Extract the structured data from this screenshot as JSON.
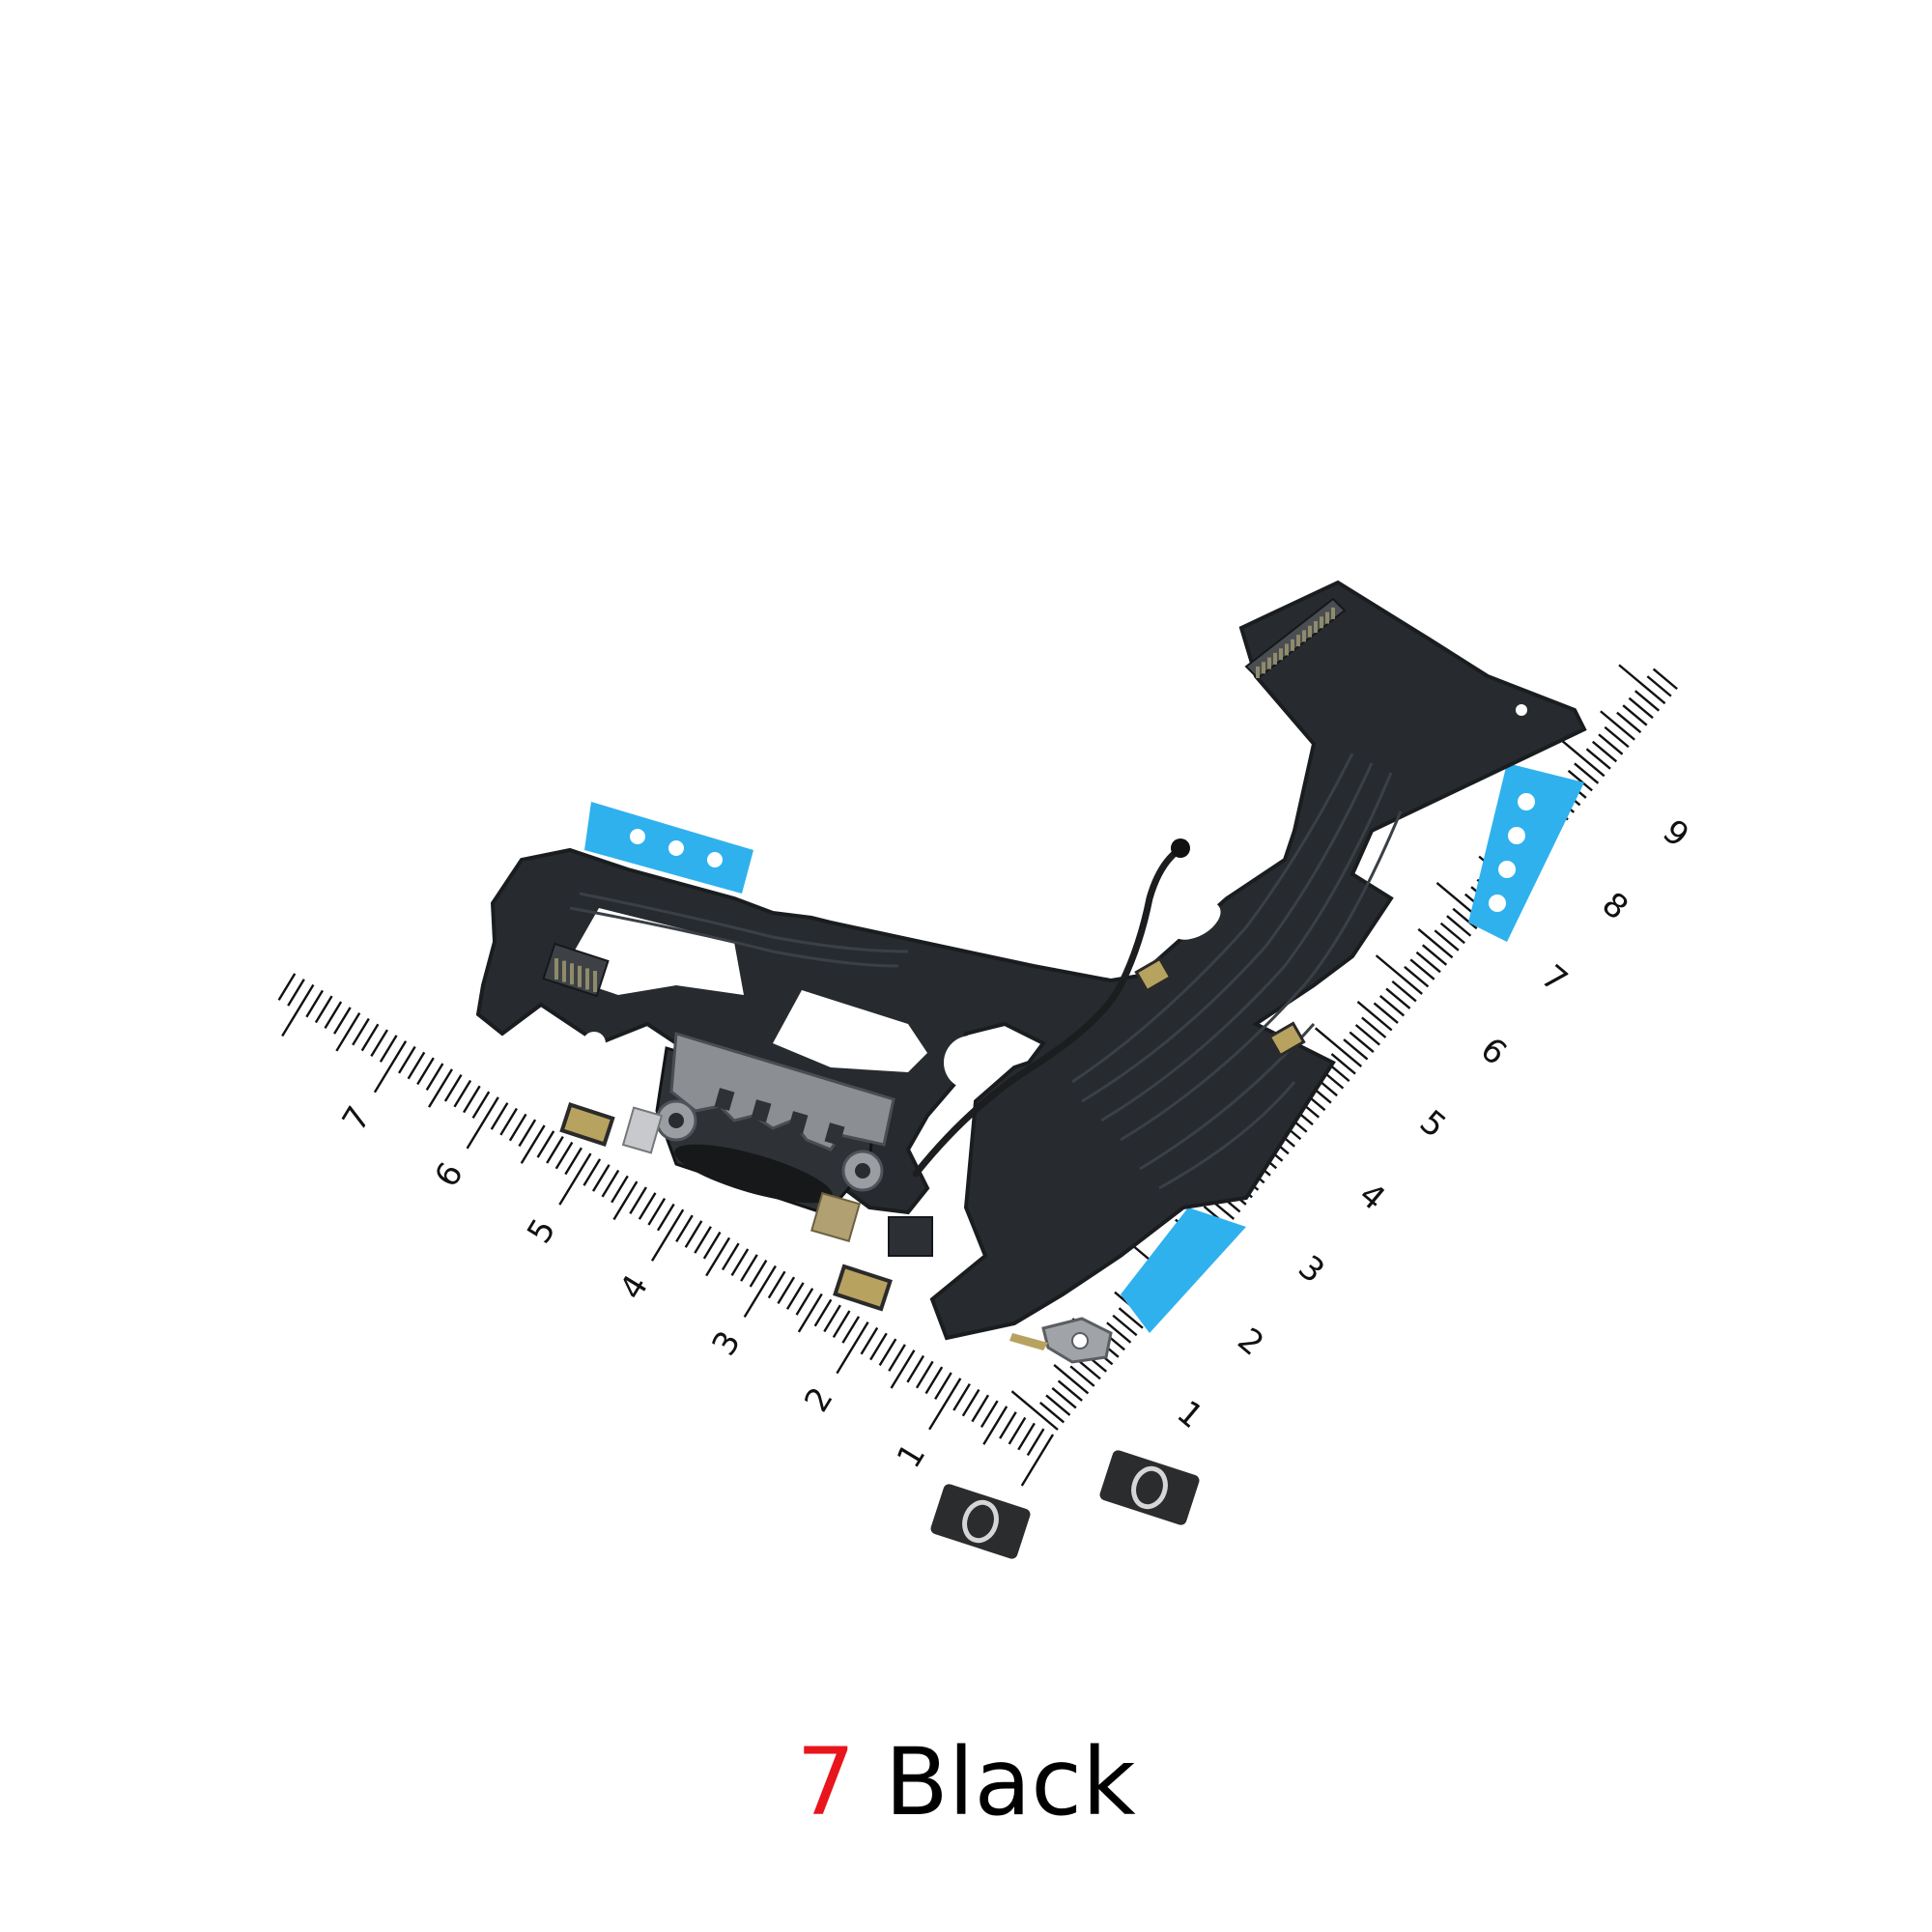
{
  "photo": {
    "subject": "charging-port-flex-cable",
    "colors": {
      "background": "#ffffff",
      "flex": "#272b2f",
      "flex_edge": "#1a1d20",
      "trace": "#3a4046",
      "adhesive": "#2fb1ee",
      "connector": "#3b3f43",
      "gold": "#b8a260",
      "metal": "#8c9094",
      "ruler": "#111111",
      "caption_accent": "#e8161c",
      "caption_text": "#000000"
    }
  },
  "ruler_left": {
    "labels": [
      "0",
      "1",
      "2",
      "3",
      "4",
      "5",
      "6",
      "7"
    ]
  },
  "ruler_right": {
    "labels": [
      "0",
      "1",
      "2",
      "3",
      "4",
      "5",
      "6",
      "7",
      "8",
      "9"
    ]
  },
  "caption": {
    "model": "7",
    "color_name": "Black"
  }
}
